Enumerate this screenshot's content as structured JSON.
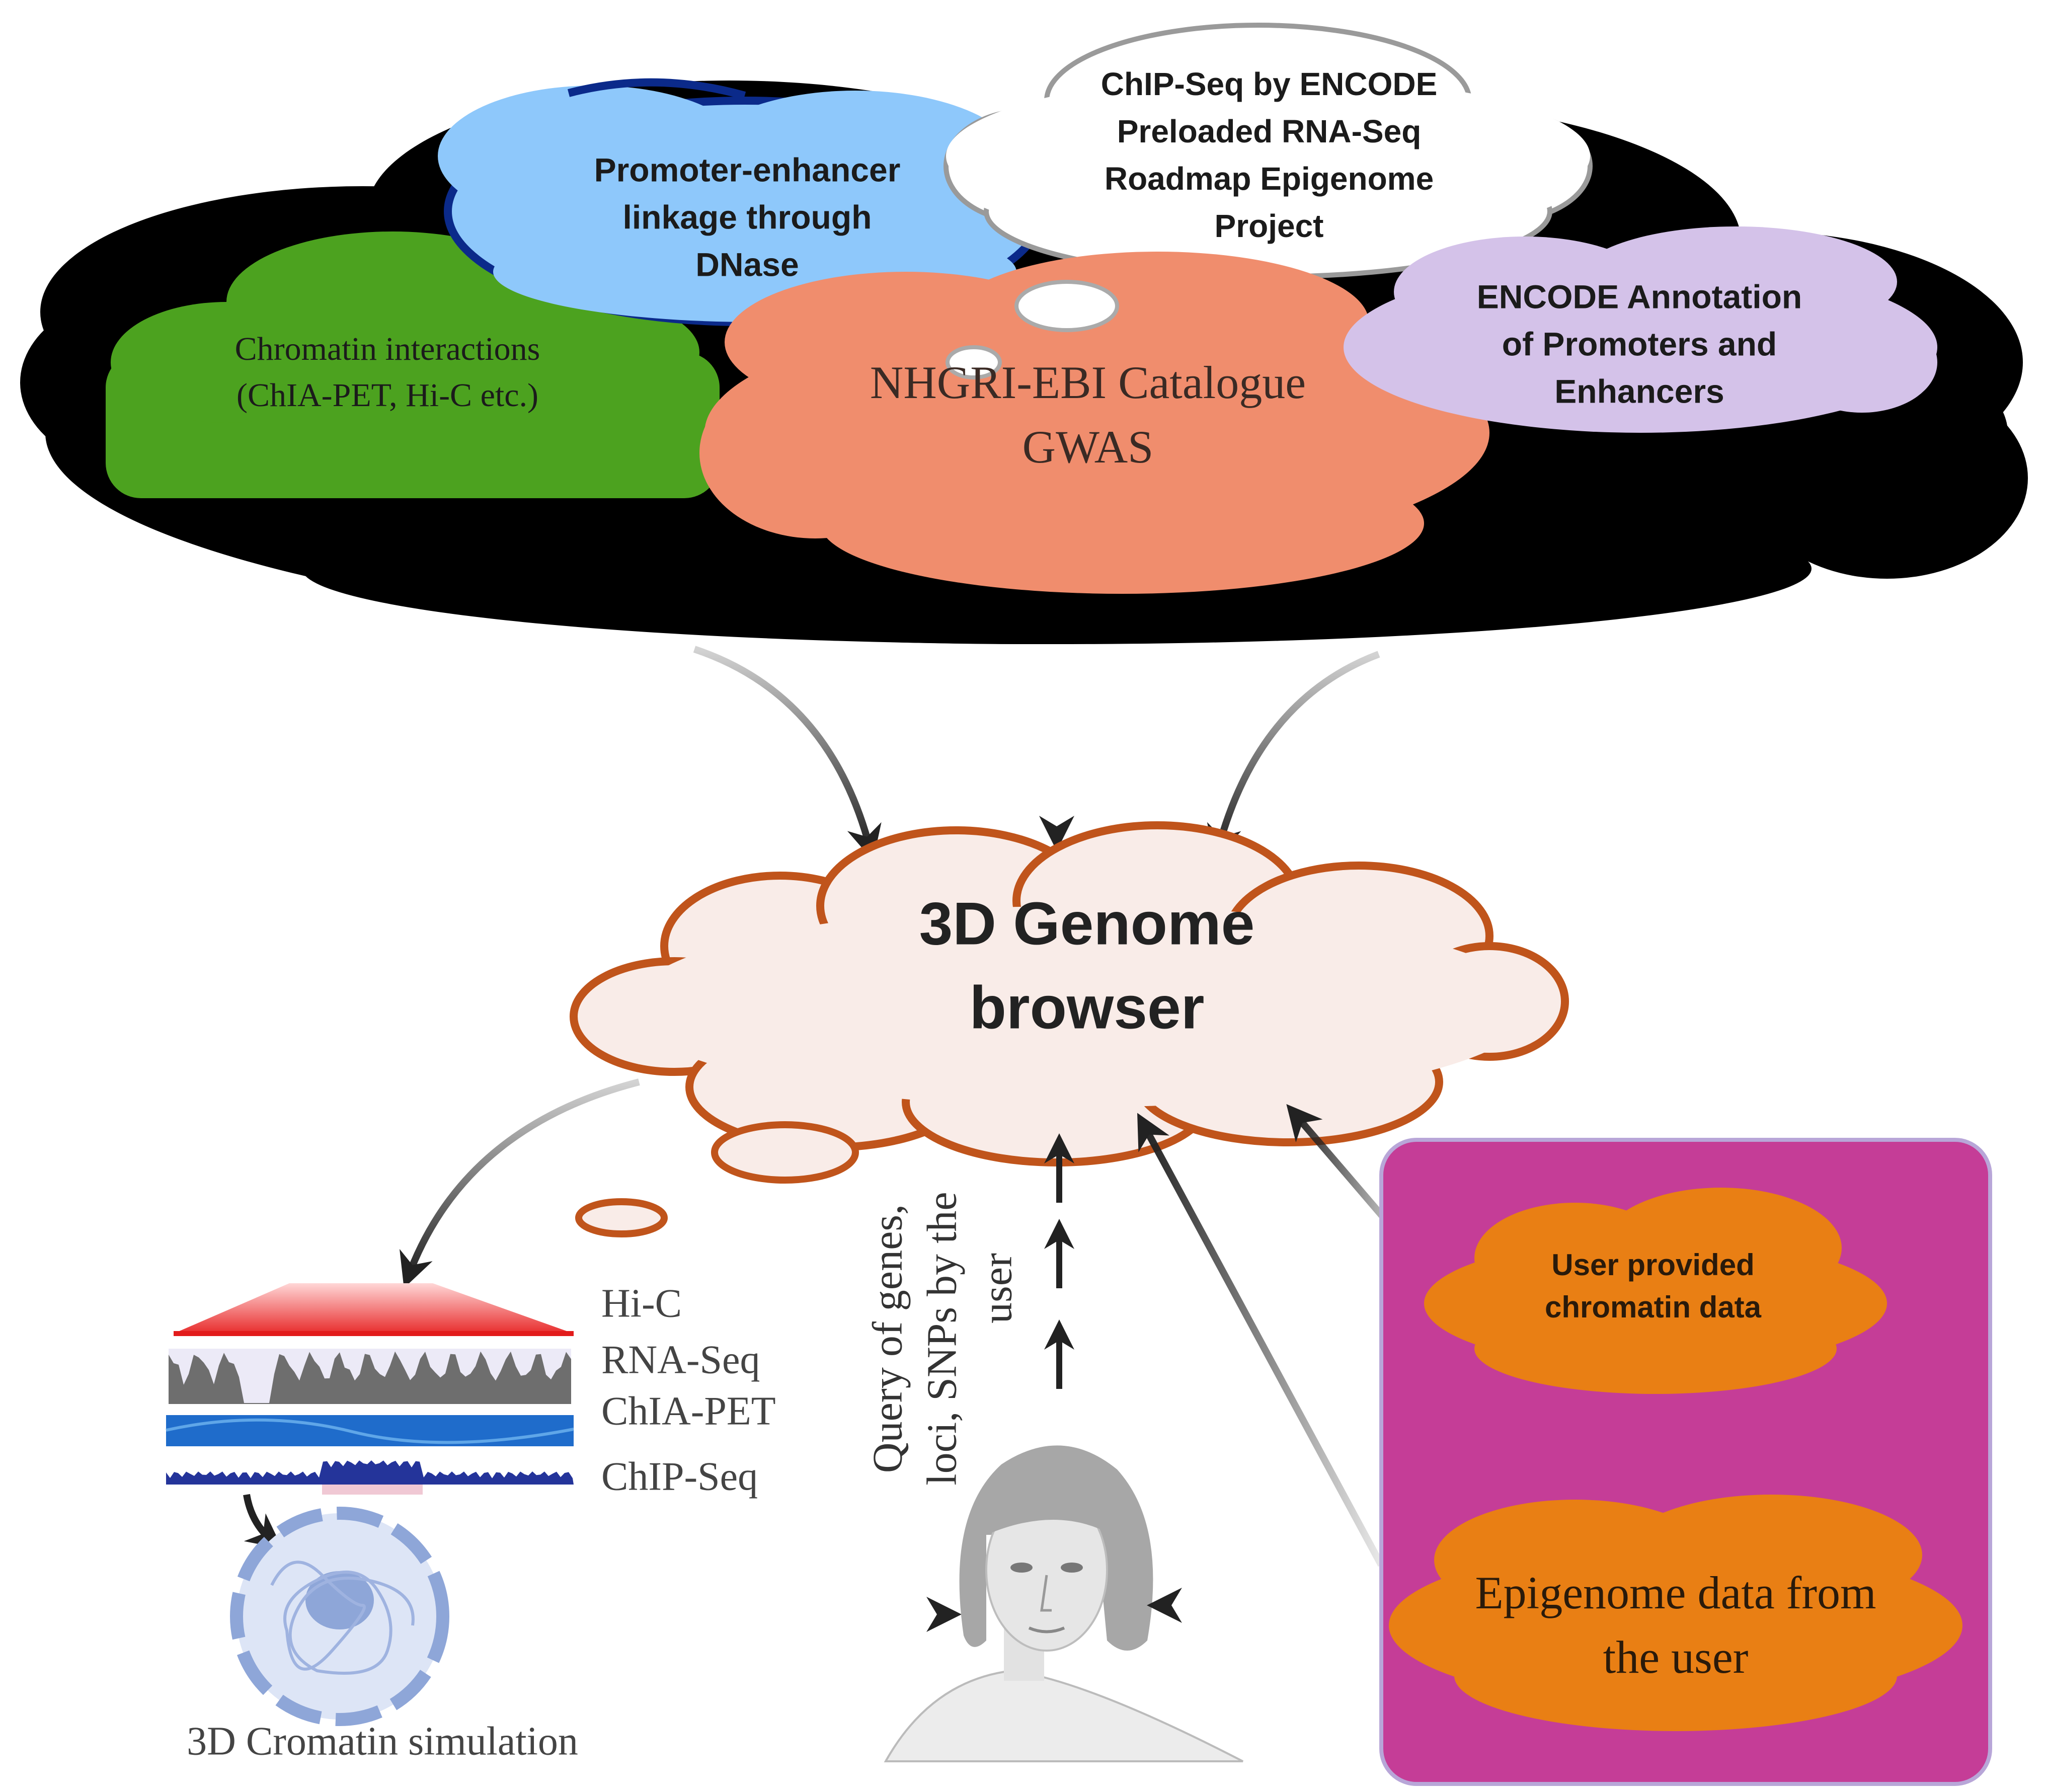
{
  "colors": {
    "black_cloud": "#000000",
    "green_cloud": "#4ca21f",
    "blue_cloud": "#8ec8fb",
    "blue_outline": "#0b2a8a",
    "white_cloud": "#ffffff",
    "salmon_cloud": "#f08d6d",
    "lavender_cloud": "#d4c2e9",
    "browser_fill": "#f9ece8",
    "browser_outline": "#c0541b",
    "magenta_panel": "#c53d97",
    "orange_cloud": "#e97f14",
    "arrow": "#222222",
    "text_dark": "#1b1b1b",
    "text_grey": "#444444"
  },
  "sources": {
    "chromatin": [
      "Chromatin interactions",
      "(ChIA-PET, Hi-C etc.)"
    ],
    "promoter": [
      "Promoter-enhancer",
      "linkage through",
      "DNase"
    ],
    "chipseq": [
      "ChIP-Seq by ENCODE",
      "Preloaded RNA-Seq",
      "Roadmap Epigenome",
      "Project"
    ],
    "gwas": [
      "NHGRI-EBI Catalogue",
      "GWAS"
    ],
    "encode": [
      "ENCODE Annotation",
      "of Promoters and",
      "Enhancers"
    ]
  },
  "browser": [
    "3D Genome",
    "browser"
  ],
  "tracks": [
    "Hi-C",
    "RNA-Seq",
    "ChIA-PET",
    "ChIP-Seq"
  ],
  "simulation_label": "3D Cromatin simulation",
  "query_label": [
    "Query of genes,",
    "loci, SNPs by the",
    "user"
  ],
  "user_panel": {
    "chromatin": [
      "User provided",
      "chromatin data"
    ],
    "epigenome": [
      "Epigenome data from",
      "the user"
    ]
  },
  "icons": [
    "user-person-icon",
    "nucleus-icon",
    "genome-track-icon"
  ]
}
